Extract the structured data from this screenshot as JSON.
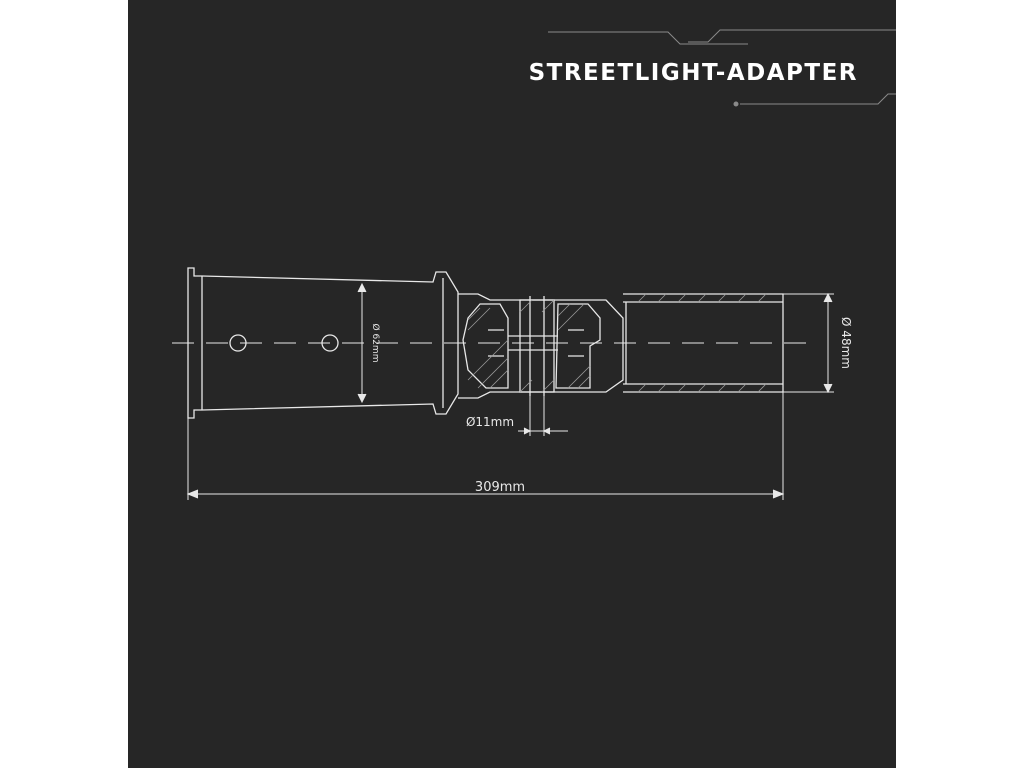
{
  "product": {
    "title": "STREETLIGHT-ADAPTER"
  },
  "dimensions": {
    "overall_length": "309mm",
    "tube_diameter": "Ø 48mm",
    "socket_diameter": "Ø 62mm",
    "bolt_diameter": "Ø11mm"
  },
  "colors": {
    "background": "#262626",
    "line": "#e8e8e8",
    "accent_line": "#8a8a8a"
  }
}
